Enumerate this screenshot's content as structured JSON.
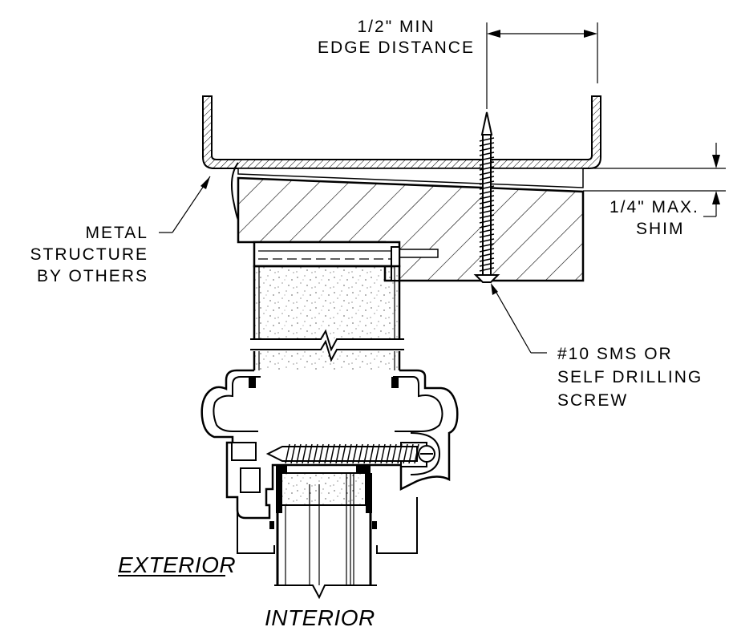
{
  "labels": {
    "edge_distance_line1": "1/2\" MIN",
    "edge_distance_line2": "EDGE DISTANCE",
    "shim_line1": "1/4\" MAX.",
    "shim_line2": "SHIM",
    "metal_line1": "METAL",
    "metal_line2": "STRUCTURE",
    "metal_line3": "BY OTHERS",
    "screw_line1": "#10 SMS OR",
    "screw_line2": "SELF DRILLING",
    "screw_line3": "SCREW",
    "exterior": "EXTERIOR",
    "interior": "INTERIOR"
  }
}
